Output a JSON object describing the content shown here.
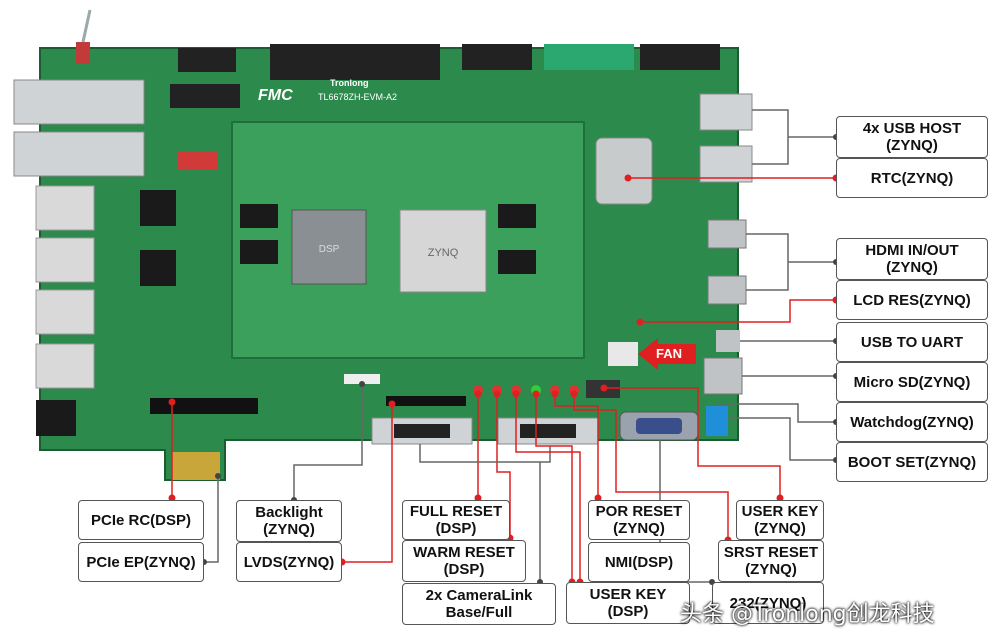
{
  "board": {
    "brand": "Tronlong",
    "model": "TL6678ZH-EVM-A2",
    "fmc_logo": "FMC",
    "colors": {
      "pcb": "#2a8a4c",
      "pcb_dark": "#1f6e3b",
      "module": "#3aa05c",
      "wire_red": "#e02020",
      "wire_gray": "#666666"
    }
  },
  "callouts": {
    "usb_host": "4x USB HOST\n(ZYNQ)",
    "rtc": "RTC(ZYNQ)",
    "hdmi": "HDMI IN/OUT\n(ZYNQ)",
    "lcd_res": "LCD RES(ZYNQ)",
    "usb_uart": "USB TO UART",
    "micro_sd": "Micro SD(ZYNQ)",
    "watchdog": "Watchdog(ZYNQ)",
    "boot_set": "BOOT SET(ZYNQ)",
    "pcie_rc": "PCIe RC(DSP)",
    "pcie_ep": "PCIe EP(ZYNQ)",
    "backlight": "Backlight\n(ZYNQ)",
    "lvds": "LVDS(ZYNQ)",
    "full_reset": "FULL RESET\n(DSP)",
    "warm_reset": "WARM RESET\n(DSP)",
    "cameralink": "2x CameraLink\nBase/Full",
    "por_reset": "POR RESET\n(ZYNQ)",
    "nmi": "NMI(DSP)",
    "user_key_dsp": "USER KEY\n(DSP)",
    "user_key_zynq": "USER KEY\n(ZYNQ)",
    "srst_reset": "SRST RESET\n(ZYNQ)",
    "rs232": "232(ZYNQ)",
    "fan": "FAN"
  },
  "watermark": "头条 @Tronlong创龙科技"
}
